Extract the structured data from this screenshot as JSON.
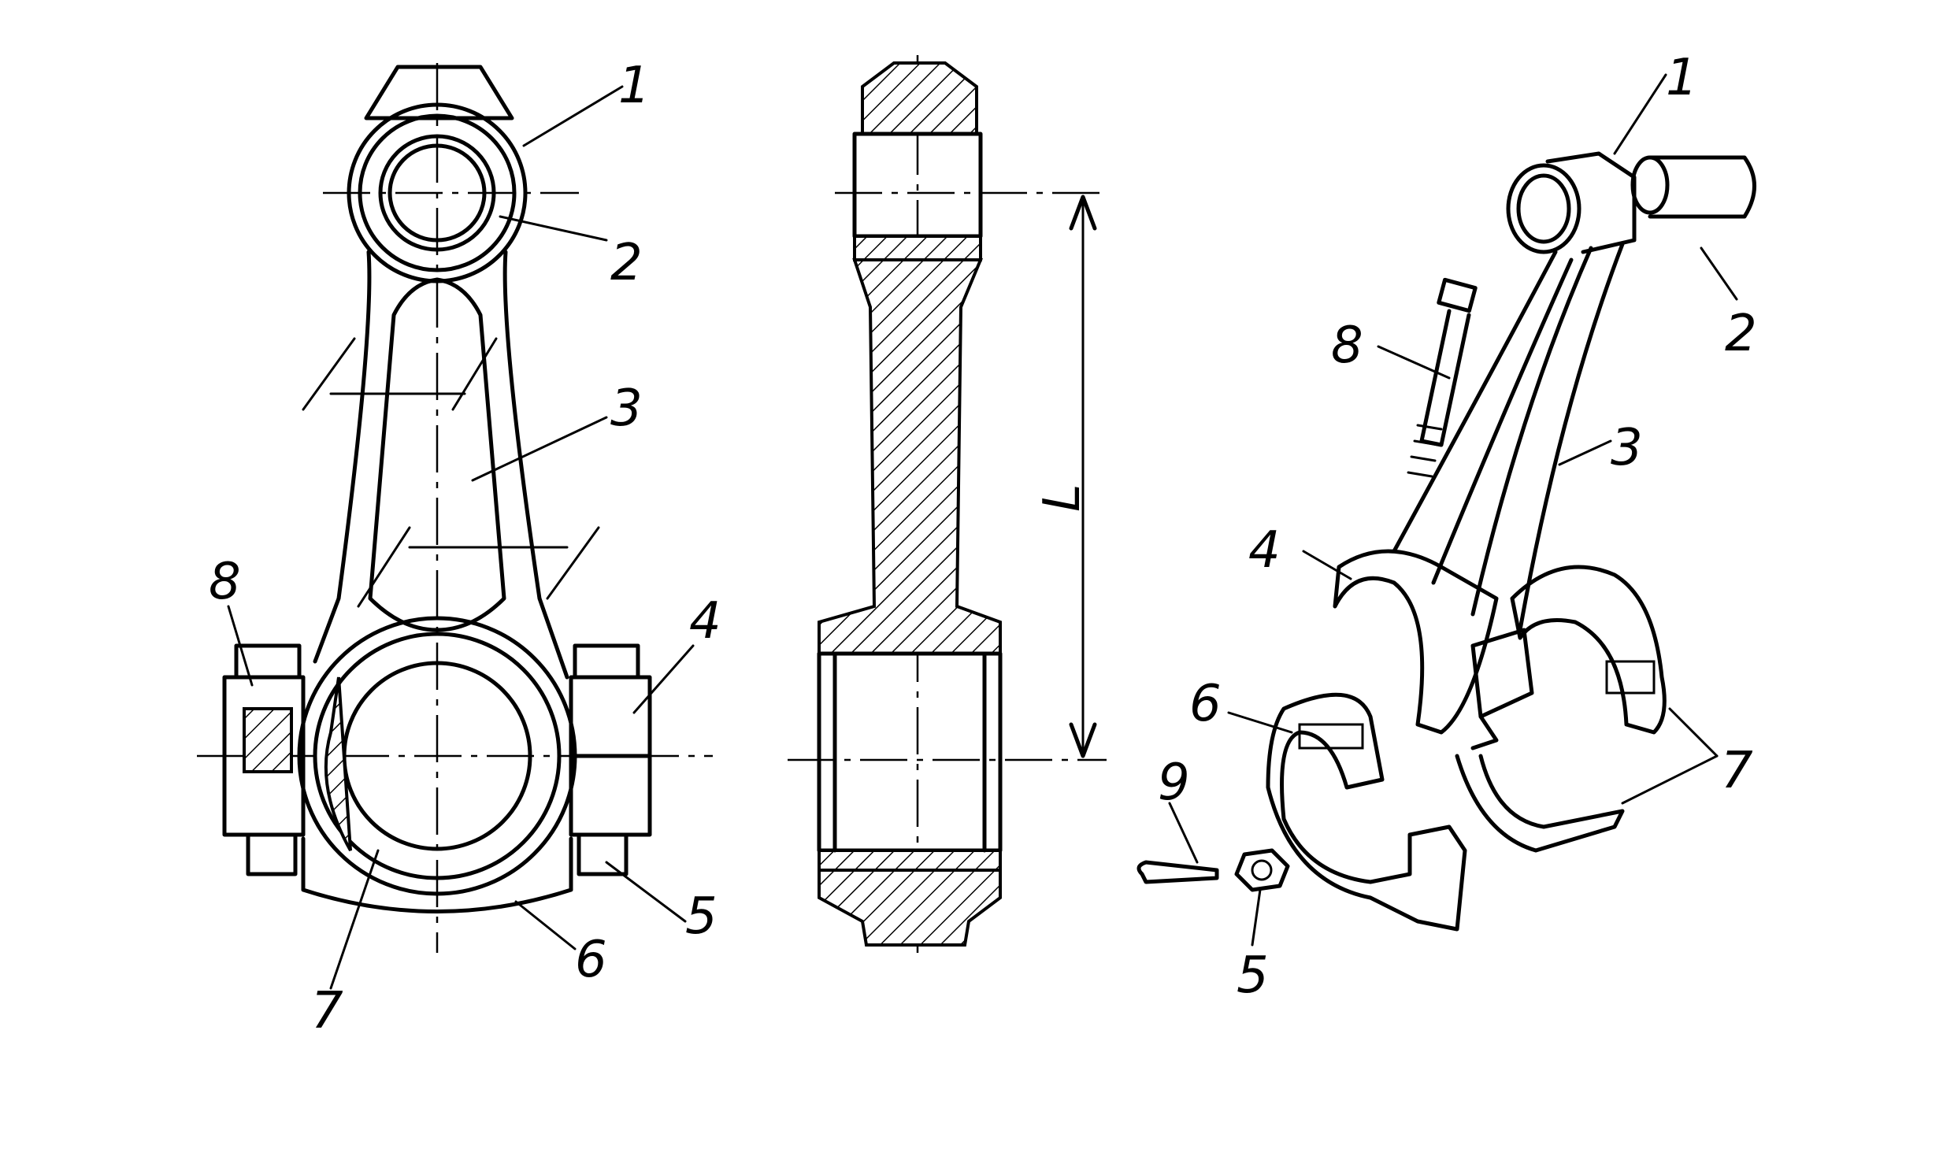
{
  "figure": {
    "views": [
      "front-view",
      "section-view",
      "exploded-view"
    ],
    "callouts": {
      "front": [
        "1",
        "2",
        "3",
        "8",
        "4",
        "5",
        "6",
        "7"
      ],
      "section": [
        "L"
      ],
      "exploded": [
        "1",
        "2",
        "8",
        "3",
        "4",
        "6",
        "7",
        "9",
        "5"
      ]
    }
  }
}
